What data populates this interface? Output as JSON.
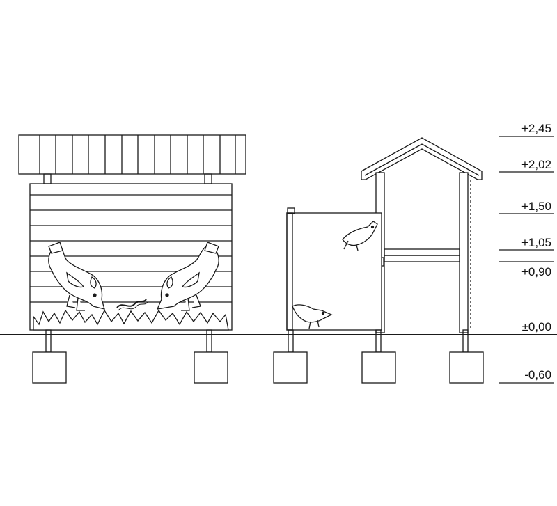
{
  "levels": [
    {
      "label": "+2,45"
    },
    {
      "label": "+2,02"
    },
    {
      "label": "+1,50"
    },
    {
      "label": "+1,05"
    },
    {
      "label": "+0,90"
    },
    {
      "label": "±0,00"
    },
    {
      "label": "-0,60"
    }
  ],
  "colors": {
    "line": "#1a1a1a",
    "fill": "#ffffff"
  }
}
